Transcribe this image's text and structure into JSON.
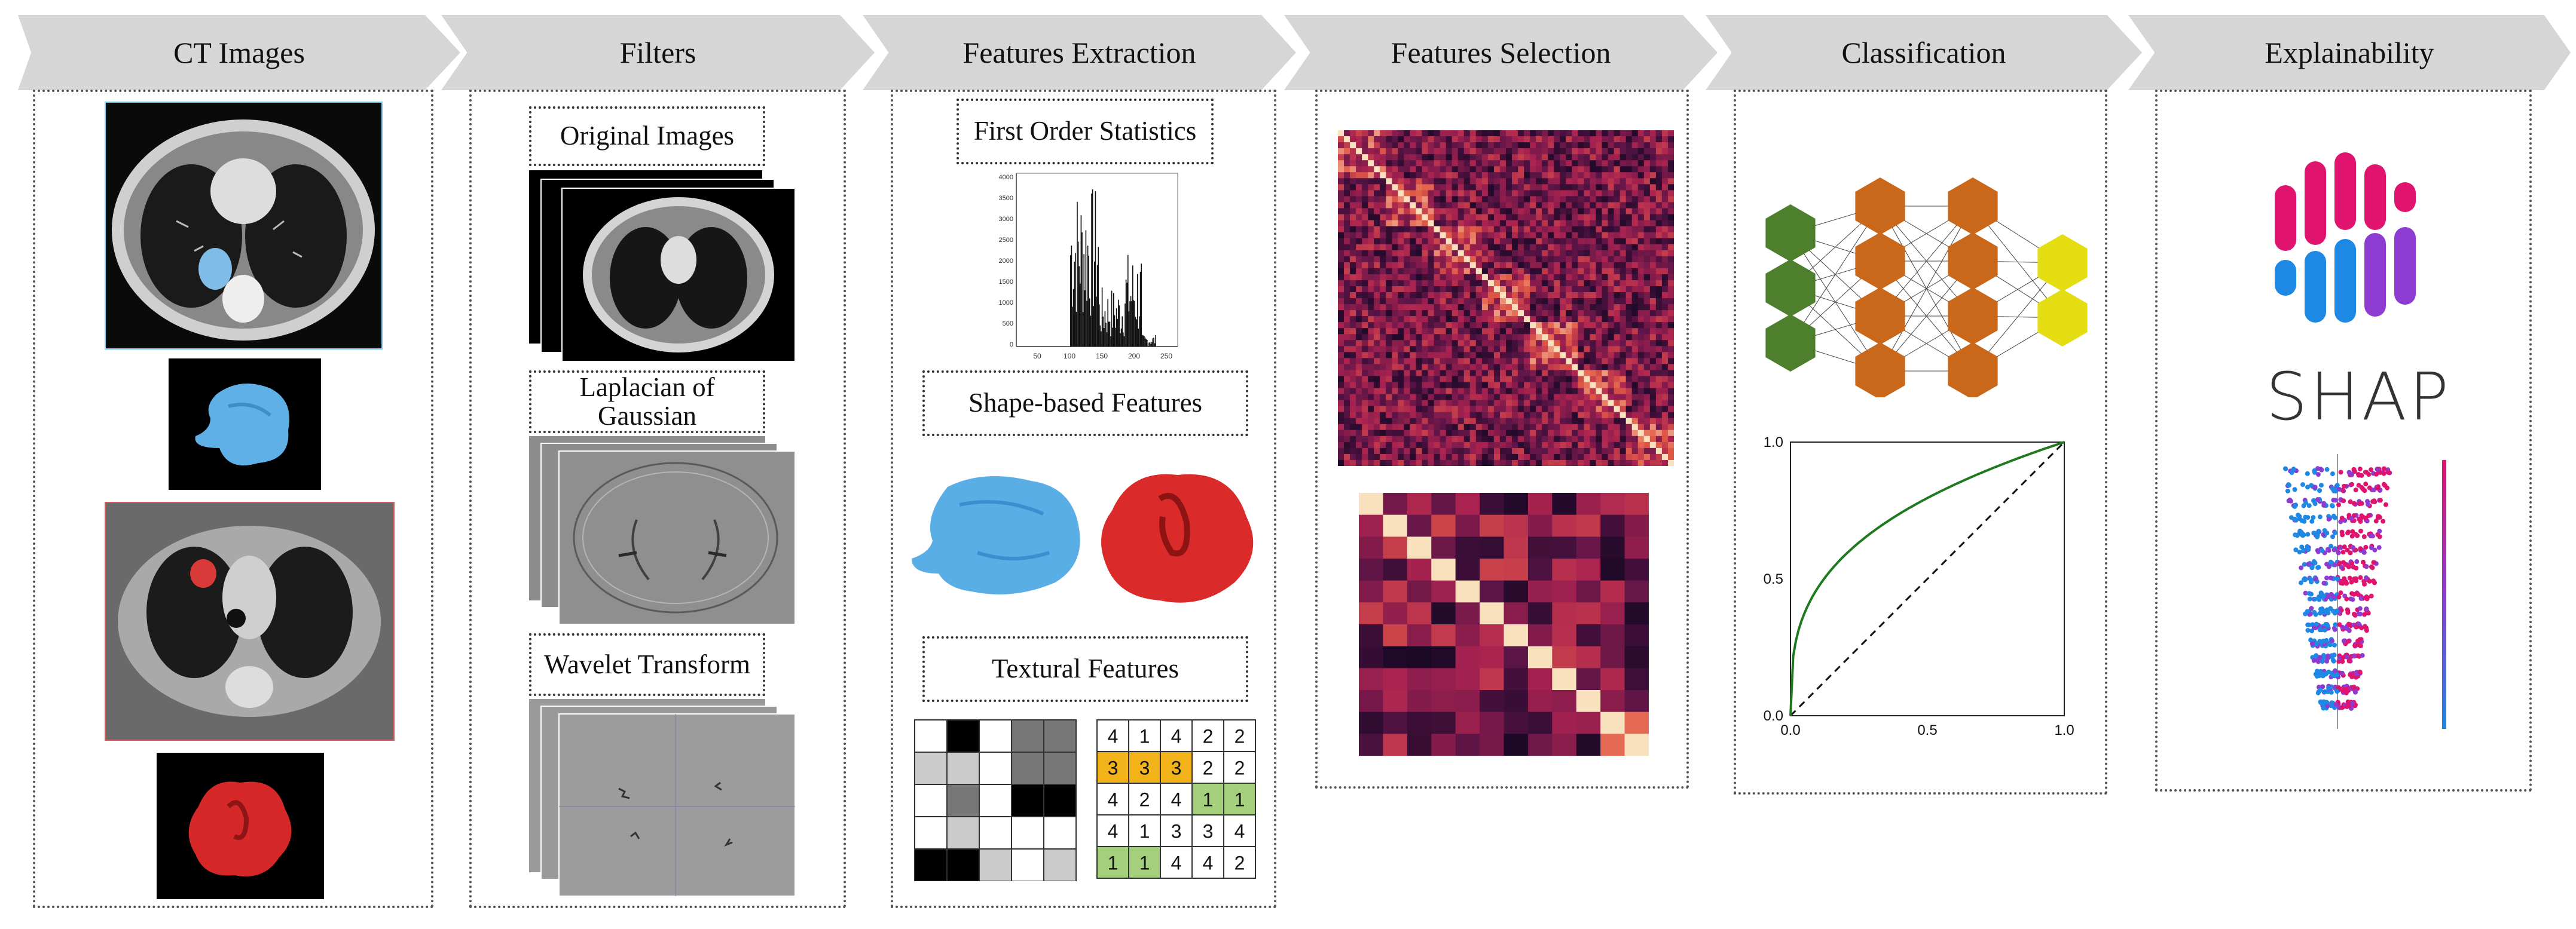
{
  "stages": [
    {
      "label": "CT Images"
    },
    {
      "label": "Filters"
    },
    {
      "label": "Features Extraction"
    },
    {
      "label": "Features Selection"
    },
    {
      "label": "Classification"
    },
    {
      "label": "Explainability"
    }
  ],
  "filters": {
    "original": "Original Images",
    "laplacian": "Laplacian of Gaussian",
    "wavelet": "Wavelet Transform"
  },
  "extraction": {
    "first_order": "First Order Statistics",
    "shape": "Shape-based Features",
    "textural": "Textural Features",
    "histogram_x_ticks": [
      "50",
      "100",
      "150",
      "200",
      "250"
    ],
    "histogram_y_ticks": [
      "4000",
      "3500",
      "3000",
      "2500",
      "2000",
      "1500",
      "1000",
      "500",
      "0"
    ],
    "glrlm": [
      [
        "4",
        "1",
        "4",
        "2",
        "2"
      ],
      [
        "3",
        "3",
        "3",
        "2",
        "2"
      ],
      [
        "4",
        "2",
        "4",
        "1",
        "1"
      ],
      [
        "4",
        "1",
        "3",
        "3",
        "4"
      ],
      [
        "1",
        "1",
        "4",
        "4",
        "2"
      ]
    ]
  },
  "classification": {
    "roc": {
      "x_ticks": [
        "0.0",
        "0.5",
        "1.0"
      ],
      "y_ticks": [
        "0.0",
        "0.5",
        "1.0"
      ]
    },
    "colors": {
      "input": "#4e7f2c",
      "hidden": "#c9671a",
      "output": "#e4dd12"
    }
  },
  "explainability": {
    "logo_text": "SHAP",
    "colors": {
      "magenta": "#e0136e",
      "purple": "#8e3bd1",
      "blue": "#1e88e5"
    }
  }
}
